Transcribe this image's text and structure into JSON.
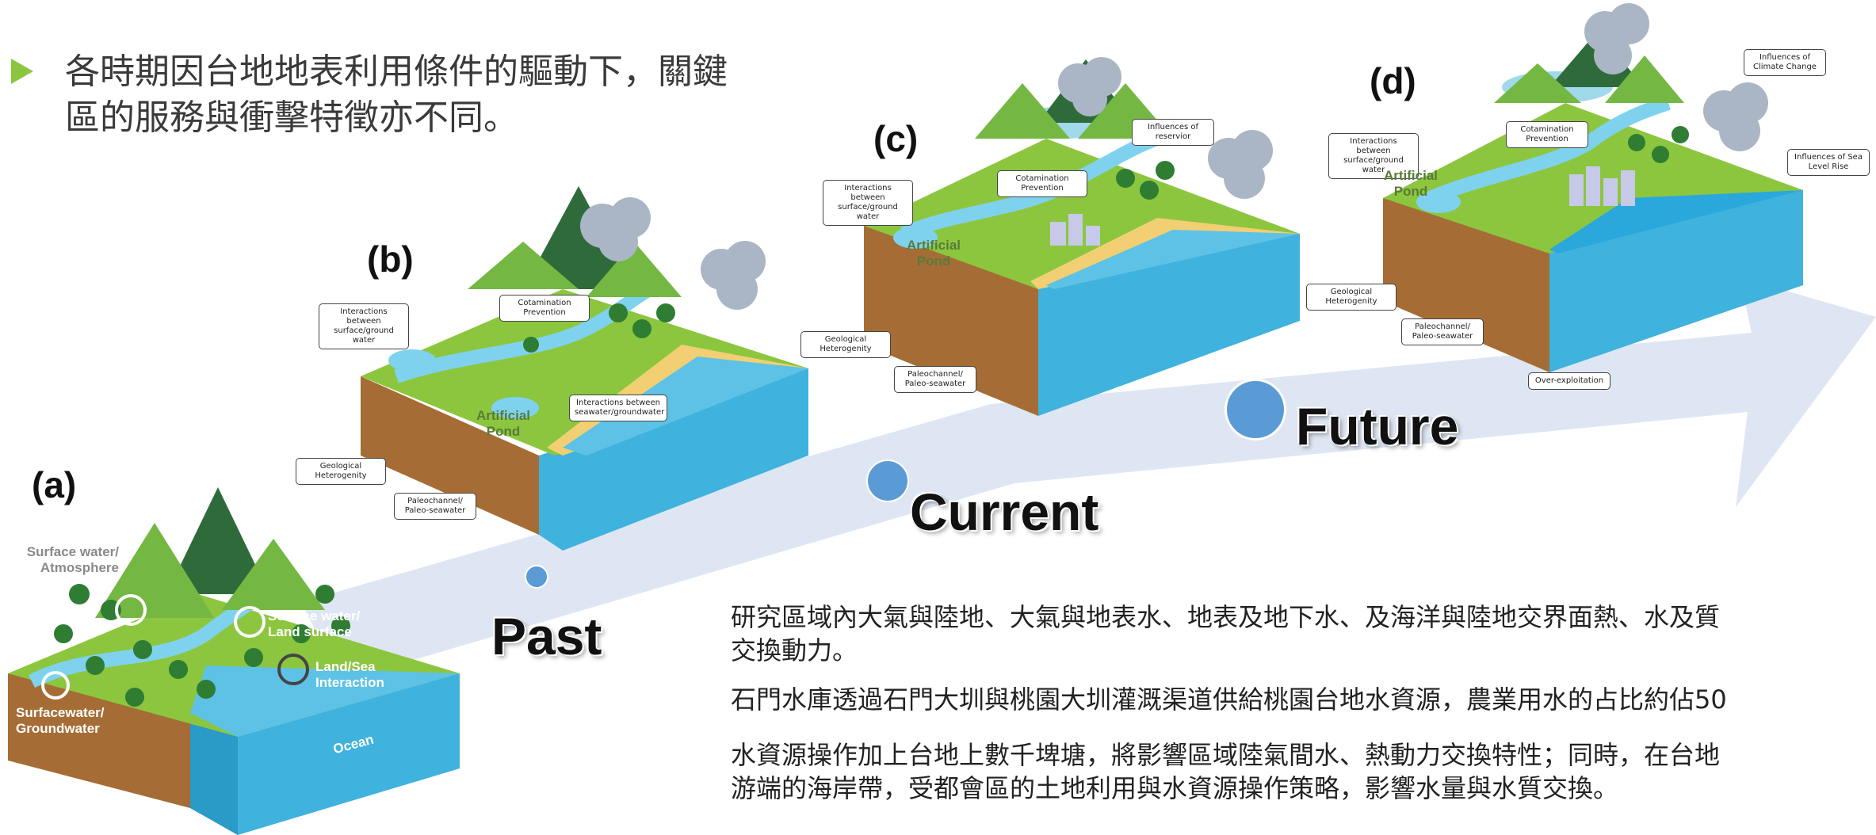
{
  "heading": {
    "line1": "各時期因台地地表利用條件的驅動下，關鍵",
    "line2": "區的服務與衝擊特徵亦不同。"
  },
  "panels": {
    "a": "(a)",
    "b": "(b)",
    "c": "(c)",
    "d": "(d)"
  },
  "eras": {
    "past": "Past",
    "current": "Current",
    "future": "Future"
  },
  "panel_a_labels": {
    "surface_atmosphere": "Surface water/\nAtmosphere",
    "surface_land": "Surface water/\nLand surface",
    "land_sea": "Land/Sea\nInteraction",
    "surface_groundwater": "Surfacewater/\nGroundwater",
    "ocean": "Ocean"
  },
  "panel_b_labels": {
    "interactions_sg": "Interactions between surface/ground water",
    "contamination": "Cotamination Prevention",
    "interactions_sw": "Interactions between seawater/groundwater",
    "artificial_pond": "Artificial Pond",
    "geological": "Geological Heterogenity",
    "paleochannel": "Paleochannel/ Paleo-seawater"
  },
  "panel_c_labels": {
    "interactions_sg": "Interactions between surface/ground water",
    "contamination": "Cotamination Prevention",
    "reservoir": "Influences of reservior",
    "artificial_pond": "Artificial Pond",
    "geological": "Geological Heterogenity",
    "paleochannel": "Paleochannel/ Paleo-seawater"
  },
  "panel_d_labels": {
    "interactions_sg": "Interactions between surface/ground water",
    "contamination": "Cotamination Prevention",
    "climate": "Influences of Climate Change",
    "sea_level": "Influences of Sea Level Rise",
    "artificial_pond": "Artificial Pond",
    "geological": "Geological Heterogenity",
    "paleochannel": "Paleochannel/ Paleo-seawater",
    "over_exploitation": "Over-exploitation"
  },
  "bullets": [
    {
      "line1": "研究區域內大氣與陸地、大氣與地表水、地表及地下水、及海洋與陸地交界面熱、水及質",
      "line2": "交換動力。"
    },
    {
      "line1": "石門水庫透過石門大圳與桃園大圳灌溉渠道供給桃園台地水資源，農業用水的占比約佔50",
      "line2": ""
    },
    {
      "line1": "水資源操作加上台地上數千埤塘，將影響區域陸氣間水、熱動力交換特性；同時，在台地",
      "line2": "游端的海岸帶，受都會區的土地利用與水資源操作策略，影響水量與水質交換。"
    }
  ],
  "colors": {
    "bullet_accent": "#8cc63f",
    "arrow": "#dfe6f3",
    "dot": "#5b9bd5",
    "ocean": "#4fc3e6",
    "land": "#8cc63f",
    "soil": "#a0703a"
  }
}
